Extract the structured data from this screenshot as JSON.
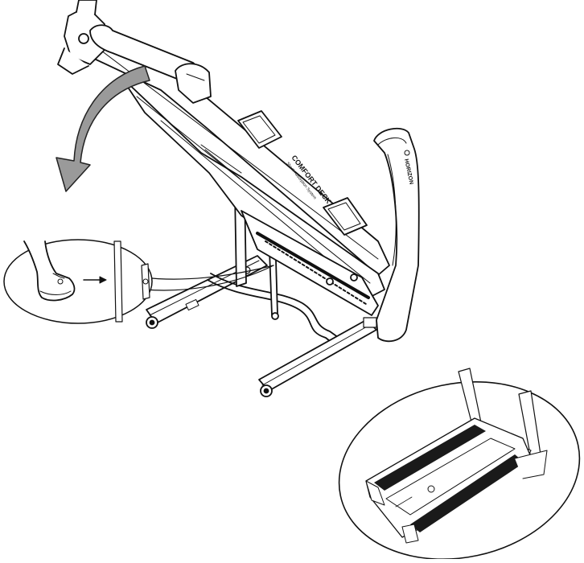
{
  "diagram": {
    "labels": {
      "rail_brand_primary": "COMFORT DECK",
      "rail_brand_secondary": "Shock Absorption System",
      "upright_brand": "HORIZON"
    },
    "colors": {
      "line": "#111111",
      "arrow_fill": "#9a9a9a",
      "arrow_stroke": "#222222",
      "belt_dark": "#1a1a1a",
      "background": "#ffffff"
    },
    "icons": {
      "fold_arrow": "curved-arrow-down-left",
      "detail_pointer": "arrow-right"
    }
  }
}
